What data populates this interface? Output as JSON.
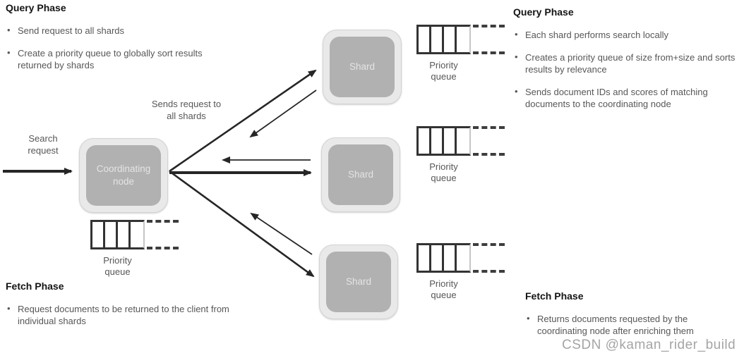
{
  "sections": {
    "left_query": {
      "title": "Query Phase",
      "bullets": [
        "Send request to all shards",
        "Create a priority queue to globally sort results returned by shards"
      ]
    },
    "left_fetch": {
      "title": "Fetch Phase",
      "bullets": [
        "Request documents to be returned to the client from individual shards"
      ]
    },
    "right_query": {
      "title": "Query Phase",
      "bullets": [
        "Each shard performs search locally",
        "Creates a priority queue of size from+size and sorts results by relevance",
        "Sends document IDs and scores of matching documents to the coordinating node"
      ]
    },
    "right_fetch": {
      "title": "Fetch Phase",
      "bullets": [
        "Returns documents requested by the coordinating node after enriching them"
      ]
    }
  },
  "diagram": {
    "search_request_label": "Search request",
    "sends_request_label": "Sends request to all shards",
    "coordinating_node_label": "Coordinating node",
    "shards": [
      {
        "label": "Shard"
      },
      {
        "label": "Shard"
      },
      {
        "label": "Shard"
      }
    ],
    "priority_queue_label": "Priority queue"
  },
  "watermark": "CSDN @kaman_rider_build",
  "colors": {
    "node_fill": "#b1b1b1",
    "node_shell": "#e9e9e9",
    "arrow": "#262626",
    "heading_text": "#141414",
    "body_text": "#575757",
    "watermark_text": "#a5a5a5"
  }
}
